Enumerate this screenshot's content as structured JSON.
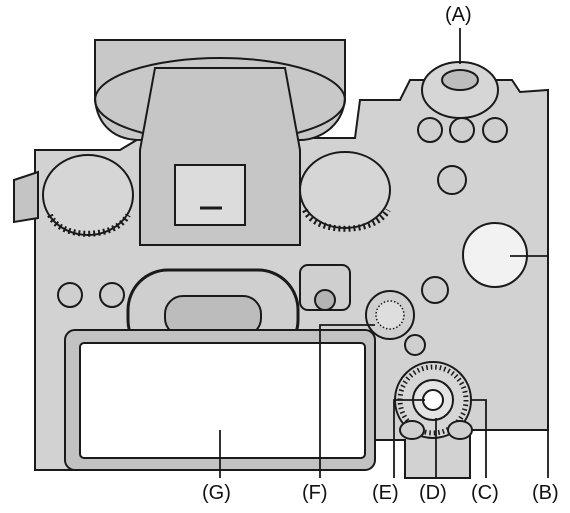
{
  "callouts": {
    "A": {
      "label": "(A)"
    },
    "B": {
      "label": "(B)"
    },
    "C": {
      "label": "(C)"
    },
    "D": {
      "label": "(D)"
    },
    "E": {
      "label": "(E)"
    },
    "F": {
      "label": "(F)"
    },
    "G": {
      "label": "(G)"
    }
  },
  "colors": {
    "body": "#d2d2d2",
    "body_dark": "#b4b4b4",
    "outline": "#1a1a1a",
    "highlight": "#ffffff",
    "leader": "#1a1a1a"
  }
}
